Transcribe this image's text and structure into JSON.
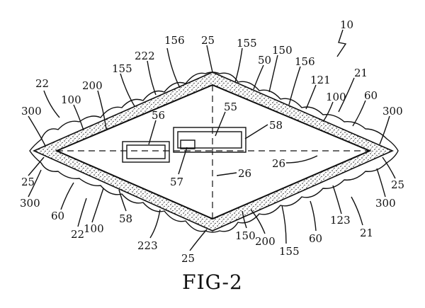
{
  "figure": {
    "caption": "FIG-2",
    "labels": [
      "10",
      "22",
      "156",
      "25",
      "155",
      "150",
      "222",
      "155",
      "50",
      "156",
      "121",
      "21",
      "200",
      "100",
      "60",
      "100",
      "300",
      "300",
      "56",
      "55",
      "58",
      "57",
      "26",
      "26",
      "25",
      "25",
      "300",
      "300",
      "60",
      "22",
      "100",
      "58",
      "223",
      "25",
      "150",
      "200",
      "155",
      "60",
      "123",
      "21"
    ]
  }
}
